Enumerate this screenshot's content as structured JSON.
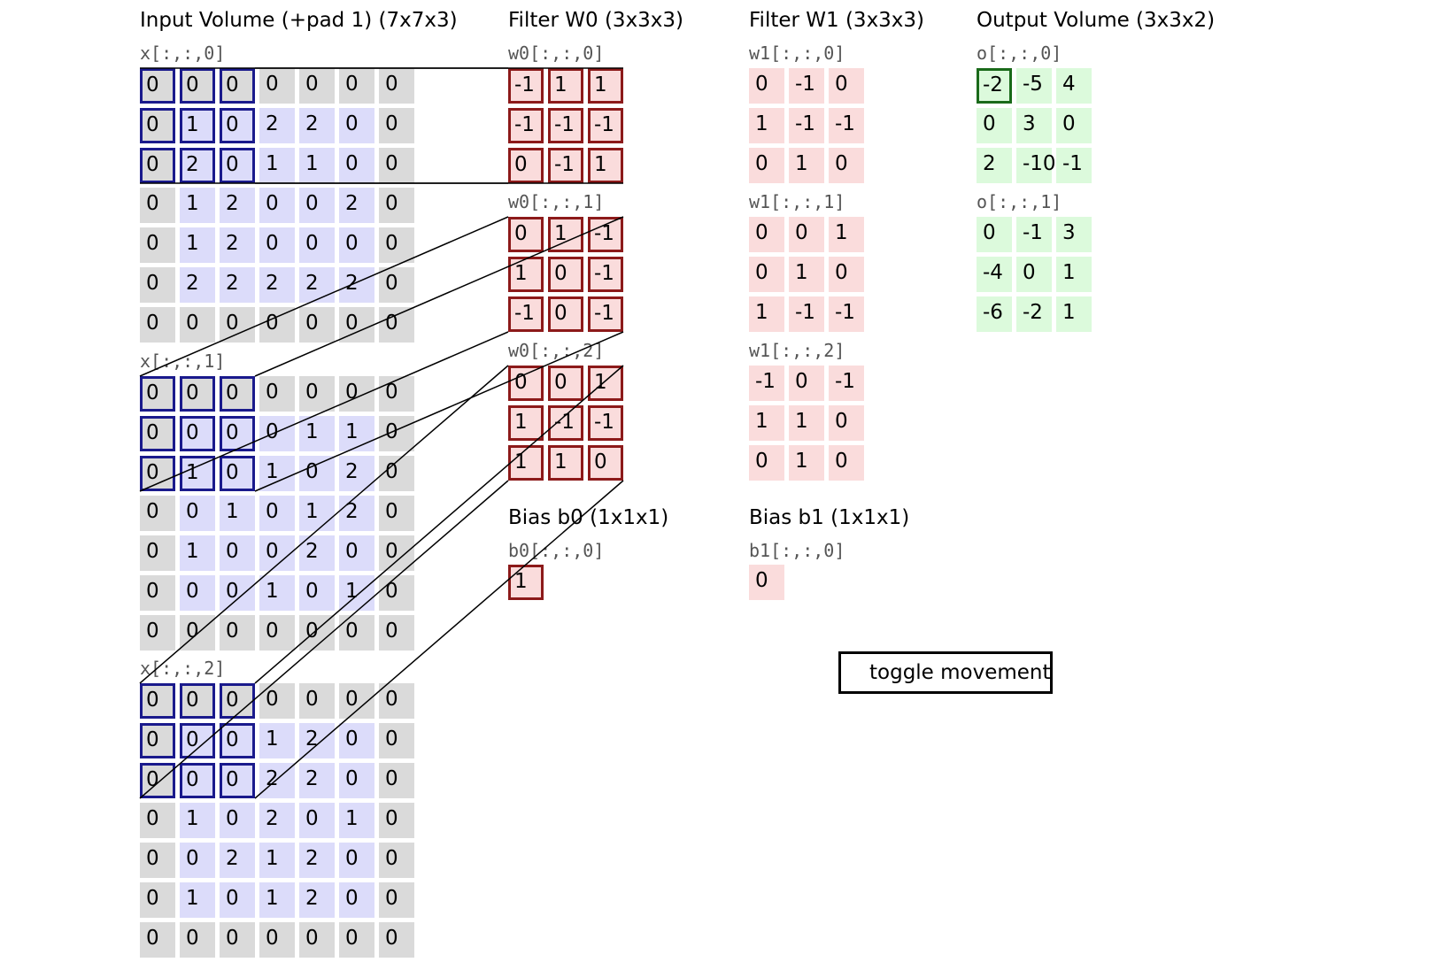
{
  "titles": {
    "input": "Input Volume (+pad 1) (7x7x3)",
    "filter0": "Filter W0 (3x3x3)",
    "filter1": "Filter W1 (3x3x3)",
    "output": "Output Volume (3x3x2)",
    "bias0": "Bias b0 (1x1x1)",
    "bias1": "Bias b1 (1x1x1)"
  },
  "labels": {
    "x0": "x[:,:,0]",
    "x1": "x[:,:,1]",
    "x2": "x[:,:,2]",
    "w0_0": "w0[:,:,0]",
    "w0_1": "w0[:,:,1]",
    "w0_2": "w0[:,:,2]",
    "w1_0": "w1[:,:,0]",
    "w1_1": "w1[:,:,1]",
    "w1_2": "w1[:,:,2]",
    "o0": "o[:,:,0]",
    "o1": "o[:,:,1]",
    "b0": "b0[:,:,0]",
    "b1": "b1[:,:,0]"
  },
  "input": {
    "x0": [
      [
        "0",
        "0",
        "0",
        "0",
        "0",
        "0",
        "0"
      ],
      [
        "0",
        "1",
        "0",
        "2",
        "2",
        "0",
        "0"
      ],
      [
        "0",
        "2",
        "0",
        "1",
        "1",
        "0",
        "0"
      ],
      [
        "0",
        "1",
        "2",
        "0",
        "0",
        "2",
        "0"
      ],
      [
        "0",
        "1",
        "2",
        "0",
        "0",
        "0",
        "0"
      ],
      [
        "0",
        "2",
        "2",
        "2",
        "2",
        "2",
        "0"
      ],
      [
        "0",
        "0",
        "0",
        "0",
        "0",
        "0",
        "0"
      ]
    ],
    "x1": [
      [
        "0",
        "0",
        "0",
        "0",
        "0",
        "0",
        "0"
      ],
      [
        "0",
        "0",
        "0",
        "0",
        "1",
        "1",
        "0"
      ],
      [
        "0",
        "1",
        "0",
        "1",
        "0",
        "2",
        "0"
      ],
      [
        "0",
        "0",
        "1",
        "0",
        "1",
        "2",
        "0"
      ],
      [
        "0",
        "1",
        "0",
        "0",
        "2",
        "0",
        "0"
      ],
      [
        "0",
        "0",
        "0",
        "1",
        "0",
        "1",
        "0"
      ],
      [
        "0",
        "0",
        "0",
        "0",
        "0",
        "0",
        "0"
      ]
    ],
    "x2": [
      [
        "0",
        "0",
        "0",
        "0",
        "0",
        "0",
        "0"
      ],
      [
        "0",
        "0",
        "0",
        "1",
        "2",
        "0",
        "0"
      ],
      [
        "0",
        "0",
        "0",
        "2",
        "2",
        "0",
        "0"
      ],
      [
        "0",
        "1",
        "0",
        "2",
        "0",
        "1",
        "0"
      ],
      [
        "0",
        "0",
        "2",
        "1",
        "2",
        "0",
        "0"
      ],
      [
        "0",
        "1",
        "0",
        "1",
        "2",
        "0",
        "0"
      ],
      [
        "0",
        "0",
        "0",
        "0",
        "0",
        "0",
        "0"
      ]
    ]
  },
  "filter_w0": {
    "w0_0": [
      [
        "-1",
        "1",
        "1"
      ],
      [
        "-1",
        "-1",
        "-1"
      ],
      [
        "0",
        "-1",
        "1"
      ]
    ],
    "w0_1": [
      [
        "0",
        "1",
        "-1"
      ],
      [
        "1",
        "0",
        "-1"
      ],
      [
        "-1",
        "0",
        "-1"
      ]
    ],
    "w0_2": [
      [
        "0",
        "0",
        "1"
      ],
      [
        "1",
        "-1",
        "-1"
      ],
      [
        "1",
        "1",
        "0"
      ]
    ]
  },
  "filter_w1": {
    "w1_0": [
      [
        "0",
        "-1",
        "0"
      ],
      [
        "1",
        "-1",
        "-1"
      ],
      [
        "0",
        "1",
        "0"
      ]
    ],
    "w1_1": [
      [
        "0",
        "0",
        "1"
      ],
      [
        "0",
        "1",
        "0"
      ],
      [
        "1",
        "-1",
        "-1"
      ]
    ],
    "w1_2": [
      [
        "-1",
        "0",
        "-1"
      ],
      [
        "1",
        "1",
        "0"
      ],
      [
        "0",
        "1",
        "0"
      ]
    ]
  },
  "output": {
    "o0": [
      [
        "-2",
        "-5",
        "4"
      ],
      [
        "0",
        "3",
        "0"
      ],
      [
        "2",
        "-10",
        "-1"
      ]
    ],
    "o1": [
      [
        "0",
        "-1",
        "3"
      ],
      [
        "-4",
        "0",
        "1"
      ],
      [
        "-6",
        "-2",
        "1"
      ]
    ]
  },
  "bias": {
    "b0": "1",
    "b1": "0"
  },
  "highlight": {
    "input_window_row": 0,
    "input_window_col": 0,
    "output_row": 0,
    "output_col": 0
  },
  "toggle_button": {
    "label": "toggle movement"
  },
  "colors": {
    "padding": "#dadada",
    "input": "#dcdcfa",
    "filter": "#fadcdc",
    "output": "#dcfadc",
    "input_highlight": "#1a1a8c",
    "filter_highlight": "#8c1a1a",
    "output_highlight": "#1a6a1a"
  }
}
